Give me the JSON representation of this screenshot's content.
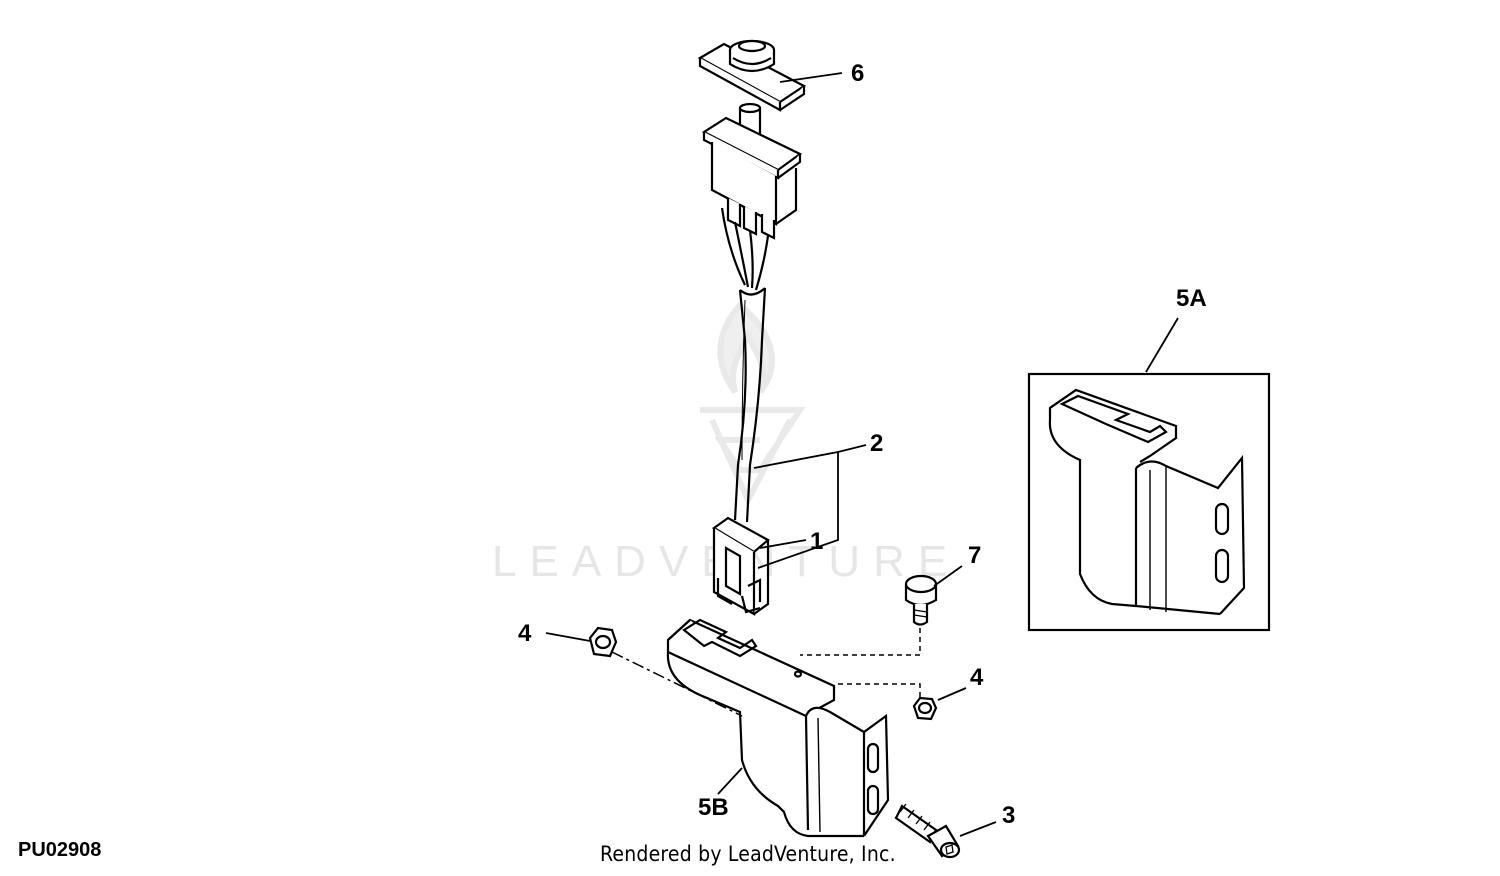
{
  "watermark": {
    "text": "LEADVENTURE"
  },
  "callouts": {
    "c6": "6",
    "c2": "2",
    "c1": "1",
    "c7": "7",
    "c4a": "4",
    "c4b": "4",
    "c5a": "5A",
    "c5b": "5B",
    "c3": "3"
  },
  "figure_id": "PU02908",
  "credit": "Rendered by LeadVenture, Inc."
}
